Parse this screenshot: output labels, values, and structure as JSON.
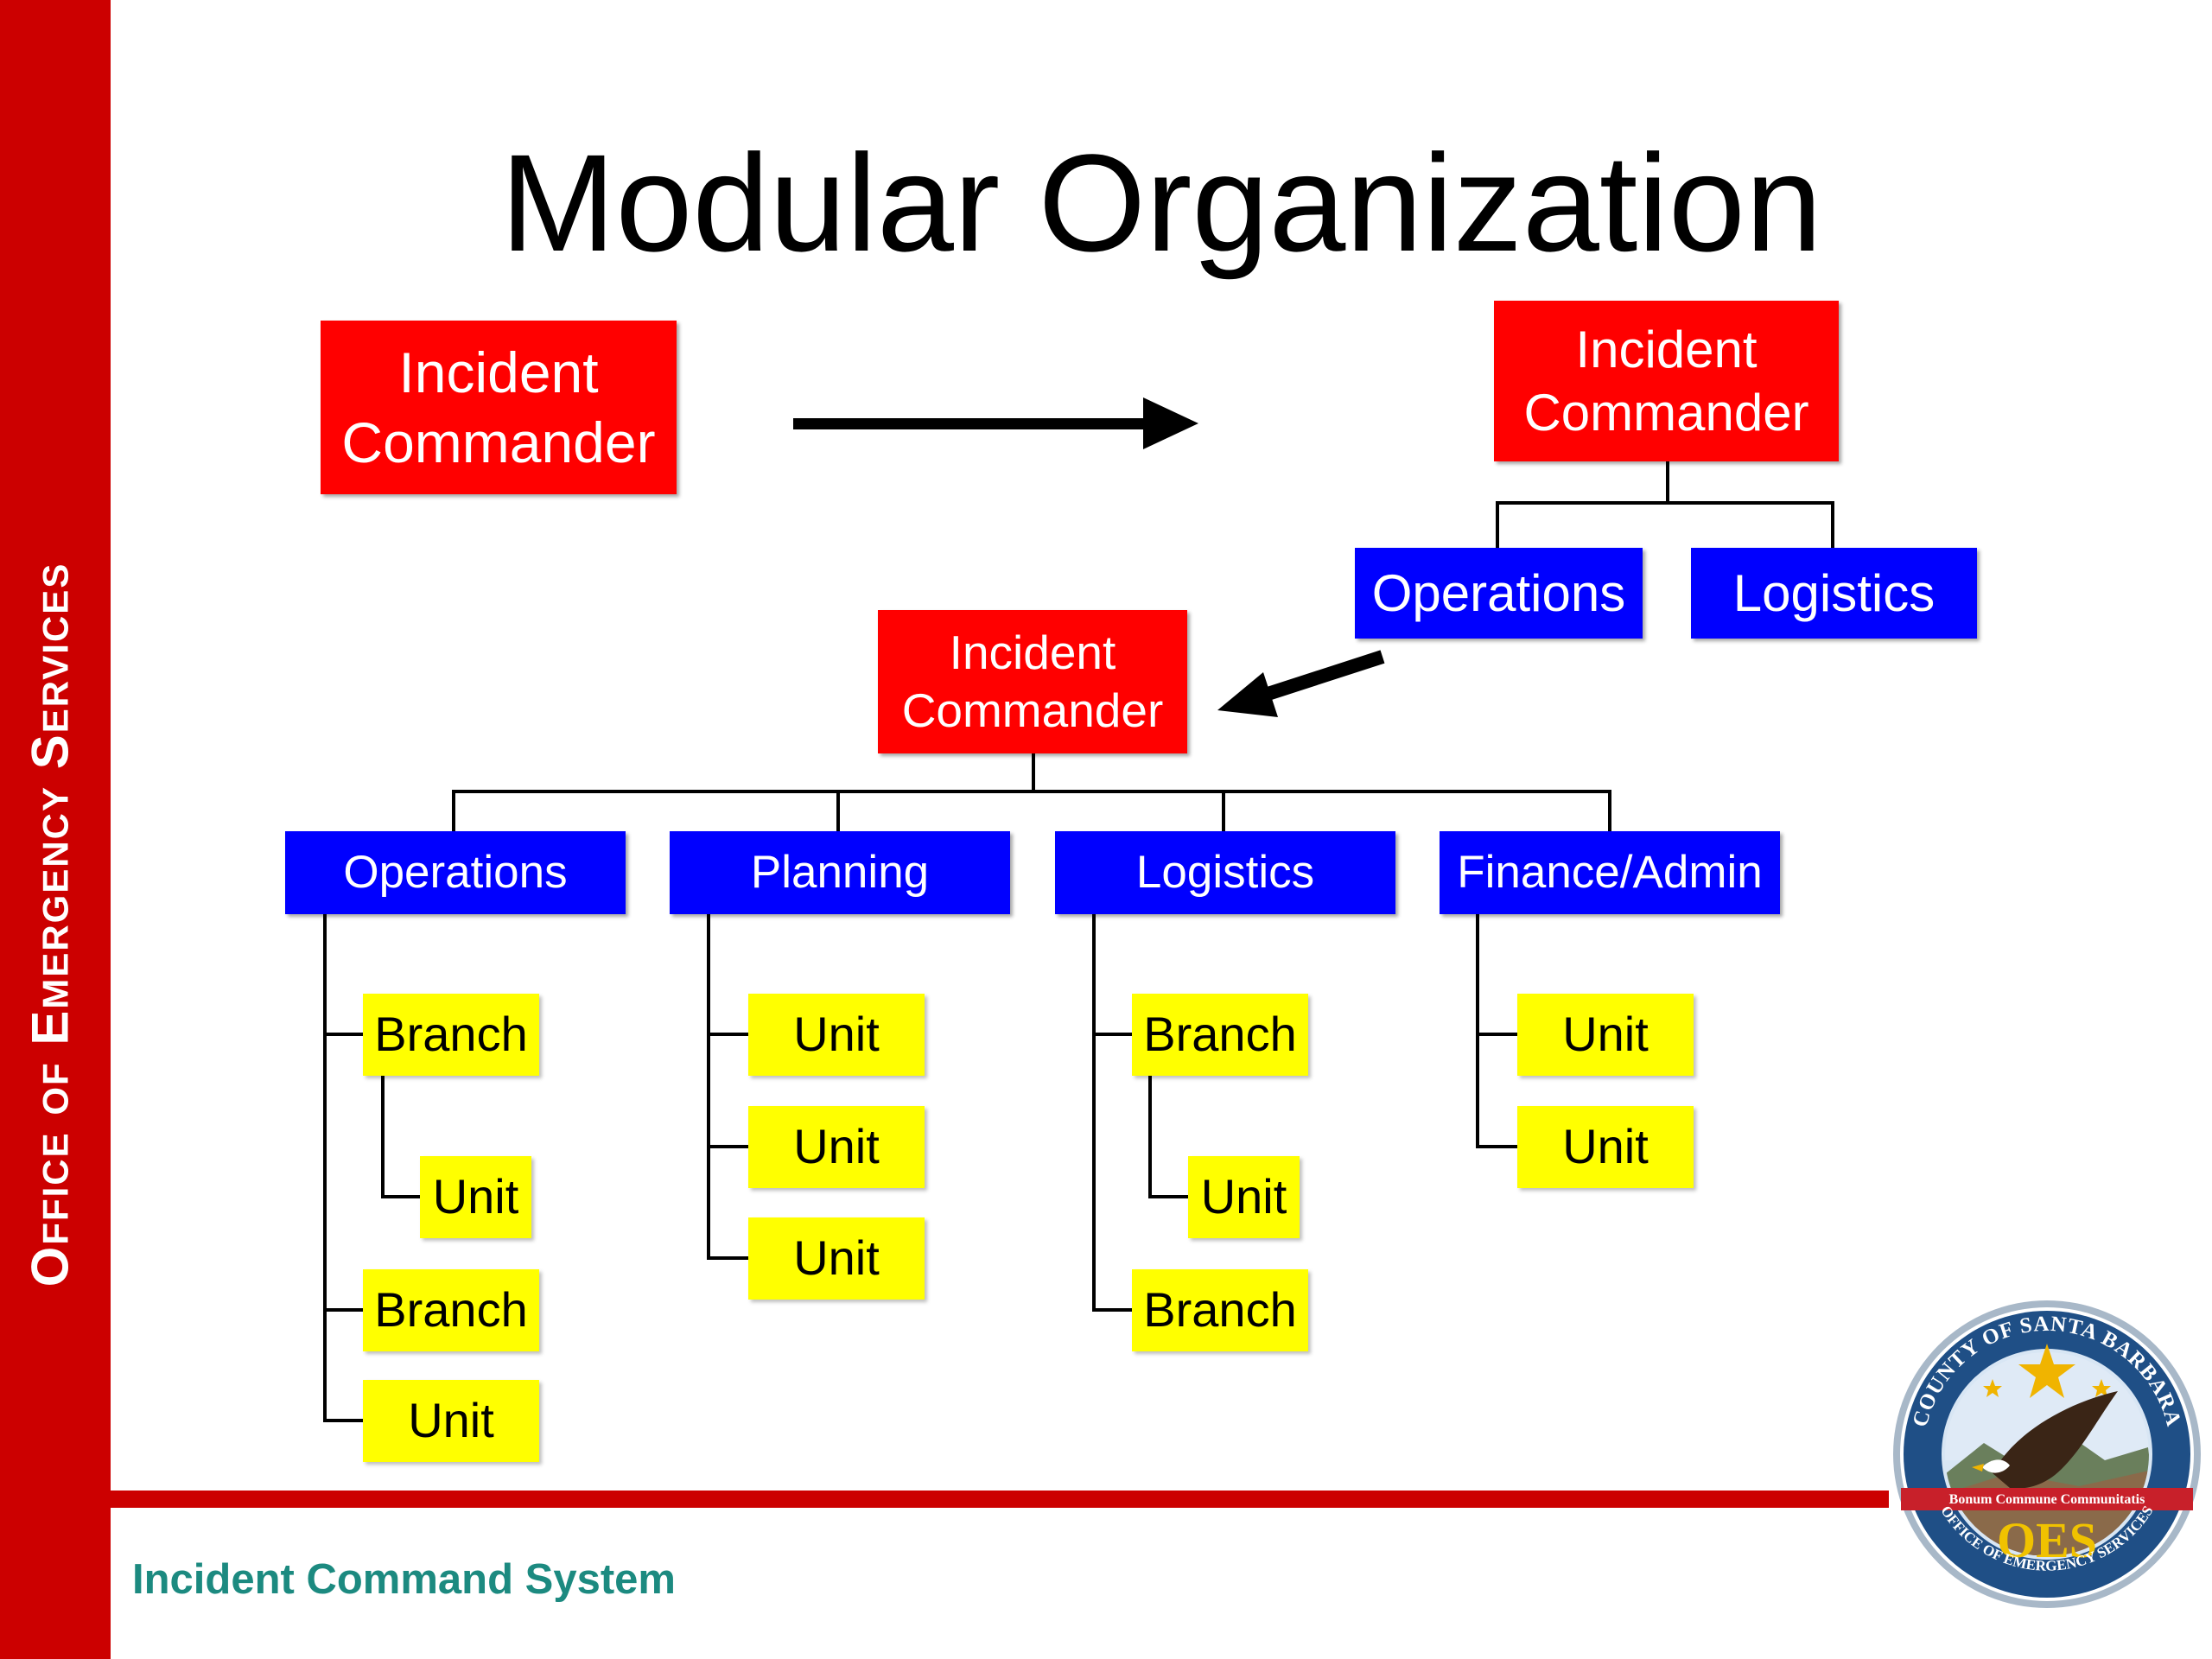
{
  "sidebar": {
    "label": "Office of Emergency Services"
  },
  "title": "Modular Organization",
  "stage1": {
    "commander": "Incident Commander"
  },
  "stage2": {
    "commander": "Incident Commander",
    "sections": [
      "Operations",
      "Logistics"
    ]
  },
  "stage3": {
    "commander": "Incident Commander",
    "sections": [
      "Operations",
      "Planning",
      "Logistics",
      "Finance/Admin"
    ],
    "operations": [
      "Branch",
      "Unit",
      "Branch",
      "Unit"
    ],
    "planning": [
      "Unit",
      "Unit",
      "Unit"
    ],
    "logistics": [
      "Branch",
      "Unit",
      "Branch"
    ],
    "finance": [
      "Unit",
      "Unit"
    ]
  },
  "footer": "Incident Command System",
  "seal": {
    "ring_top": "COUNTY OF SANTA BARBARA",
    "motto": "Bonum Commune Communitatis",
    "acronym": "OES",
    "ring_bottom": "OFFICE OF EMERGENCY SERVICES"
  },
  "colors": {
    "brand_red": "#cc0000",
    "commander": "#ff0000",
    "section": "#0000ff",
    "unit": "#ffff00",
    "footer_text": "#1c8a80"
  }
}
